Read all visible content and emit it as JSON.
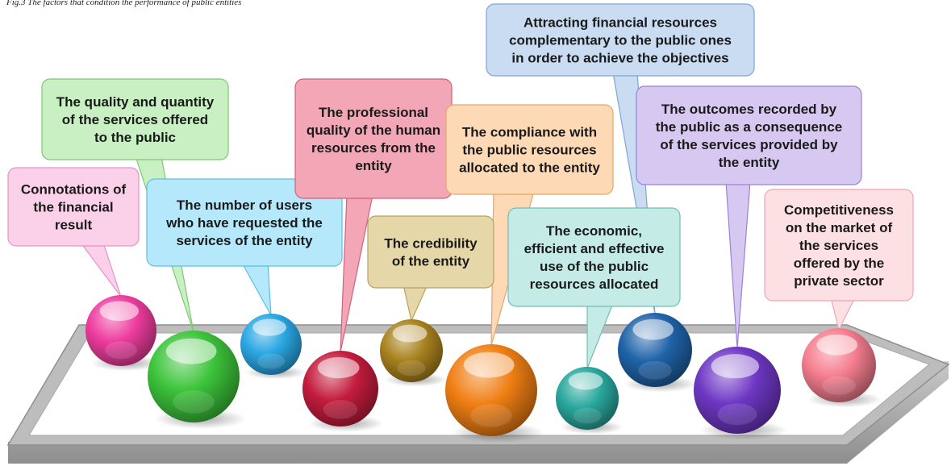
{
  "caption": "Fig.3 The factors that condition the performance of public entities",
  "items": [
    {
      "id": "connotations",
      "lines": [
        "Connotations of",
        "the financial",
        "result"
      ],
      "bubble_fill": "#fbd1ea",
      "bubble_stroke": "#e792c6",
      "sphere_color": "#ee3d9f"
    },
    {
      "id": "quality",
      "lines": [
        "The quality and quantity",
        "of the services offered",
        "to the public"
      ],
      "bubble_fill": "#c9f0c2",
      "bubble_stroke": "#80c775",
      "sphere_color": "#3cc43a"
    },
    {
      "id": "users",
      "lines": [
        "The number of users",
        "who have requested the",
        "services of the entity"
      ],
      "bubble_fill": "#b5e8fb",
      "bubble_stroke": "#5ebfe6",
      "sphere_color": "#2aa7e3"
    },
    {
      "id": "professional",
      "lines": [
        "The professional",
        "quality of the human",
        "resources from the",
        "entity"
      ],
      "bubble_fill": "#f3a7b6",
      "bubble_stroke": "#d1617a",
      "sphere_color": "#c41c3e"
    },
    {
      "id": "credibility",
      "lines": [
        "The credibility",
        "of the entity"
      ],
      "bubble_fill": "#e6d7a9",
      "bubble_stroke": "#b8a060",
      "sphere_color": "#a9821f"
    },
    {
      "id": "compliance",
      "lines": [
        "The compliance with",
        "the public resources",
        "allocated to the entity"
      ],
      "bubble_fill": "#fdd9b5",
      "bubble_stroke": "#e4a669",
      "sphere_color": "#f07f14"
    },
    {
      "id": "economic",
      "lines": [
        "The economic,",
        "efficient and effective",
        "use of the public",
        "resources allocated"
      ],
      "bubble_fill": "#c4ebe6",
      "bubble_stroke": "#72bdb4",
      "sphere_color": "#29a89d"
    },
    {
      "id": "attracting",
      "lines": [
        "Attracting financial resources",
        "complementary to the public ones",
        "in order to achieve the objectives"
      ],
      "bubble_fill": "#c9dcf2",
      "bubble_stroke": "#7ea5d6",
      "sphere_color": "#1f63a8"
    },
    {
      "id": "outcomes",
      "lines": [
        "The outcomes recorded by",
        "the public as a consequence",
        "of the services provided by",
        "the entity"
      ],
      "bubble_fill": "#d6c8f1",
      "bubble_stroke": "#9b82d4",
      "sphere_color": "#6e37c4"
    },
    {
      "id": "competitiveness",
      "lines": [
        "Competitiveness",
        "on the market of",
        "the services",
        "offered by the",
        "private sector"
      ],
      "bubble_fill": "#fde0e4",
      "bubble_stroke": "#eaa8b2",
      "sphere_color": "#f57e8f"
    }
  ]
}
